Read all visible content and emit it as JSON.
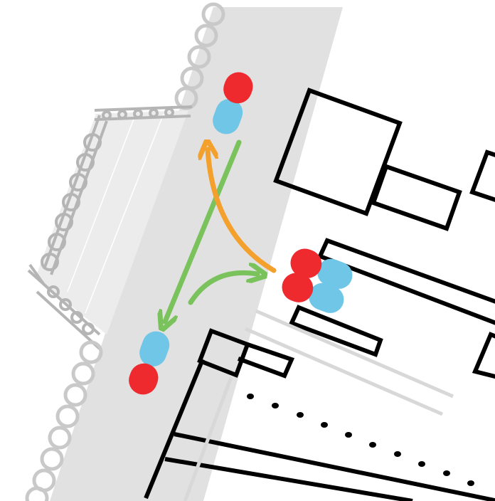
{
  "diagram": {
    "colors": {
      "road": "#e1e1e1",
      "curb": "#c9c9c9",
      "curb_dark": "#9a9a9a",
      "outline": "#000000",
      "car_body": "#6fc6e6",
      "car_front": "#ee2a2f",
      "green_arrow": "#7ac25c",
      "orange_arrow": "#f3a02d",
      "lane_marking": "#d8d8d8",
      "dots": "#000000"
    },
    "icons": [
      "car-icon",
      "car-icon",
      "car-icon",
      "car-icon"
    ],
    "arrows": [
      {
        "name": "straight-arrow",
        "color": "green"
      },
      {
        "name": "merge-arrow",
        "color": "green"
      },
      {
        "name": "turn-arrow",
        "color": "orange"
      }
    ]
  }
}
